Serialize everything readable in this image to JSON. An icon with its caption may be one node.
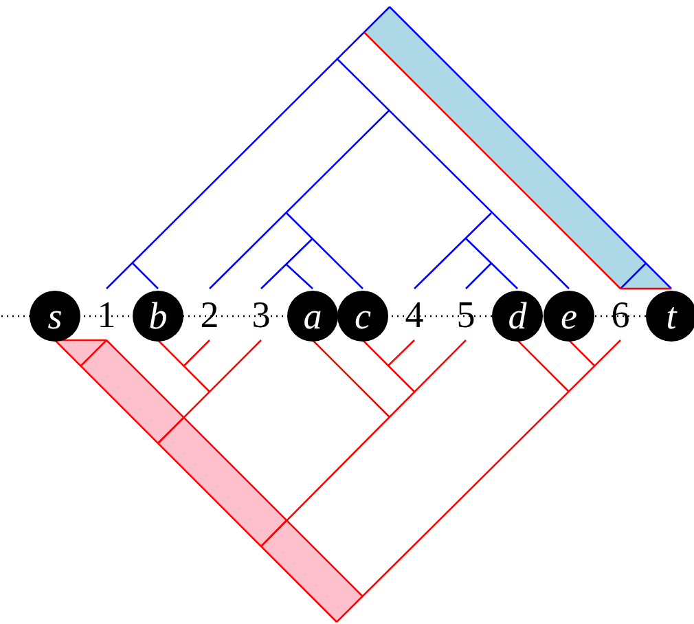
{
  "diagram": {
    "nodes": [
      {
        "text": [
          "s"
        ]
      },
      {
        "text": [
          "b"
        ]
      },
      {
        "text": [
          "a"
        ]
      },
      {
        "text": [
          "c"
        ]
      },
      {
        "text": [
          "d"
        ]
      },
      {
        "text": [
          "e"
        ]
      },
      {
        "text": [
          "t"
        ]
      }
    ],
    "labels": [
      "1",
      "2",
      "3",
      "4",
      "5",
      "6"
    ]
  }
}
